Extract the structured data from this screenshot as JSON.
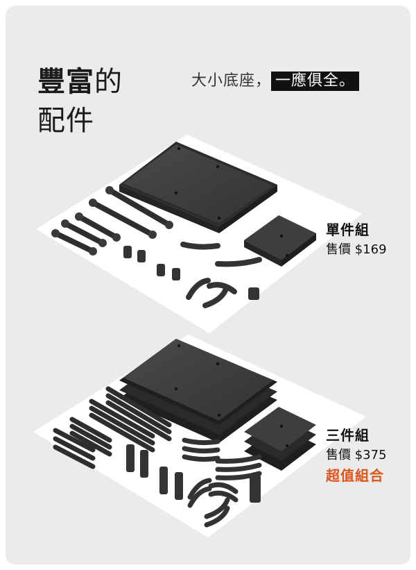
{
  "title": {
    "bold": "豐富",
    "rest": "的",
    "line2": "配件"
  },
  "tagline": {
    "text": "大小底座，",
    "highlight": "一應俱全。"
  },
  "single_set": {
    "name": "單件組",
    "price": "售價 $169"
  },
  "triple_set": {
    "name": "三件組",
    "price": "售價 $375",
    "promo": "超值組合"
  },
  "colors": {
    "background": "#ebebeb",
    "platform": "#ffffff",
    "part": "#3a3a3a",
    "accent": "#e0531a"
  }
}
